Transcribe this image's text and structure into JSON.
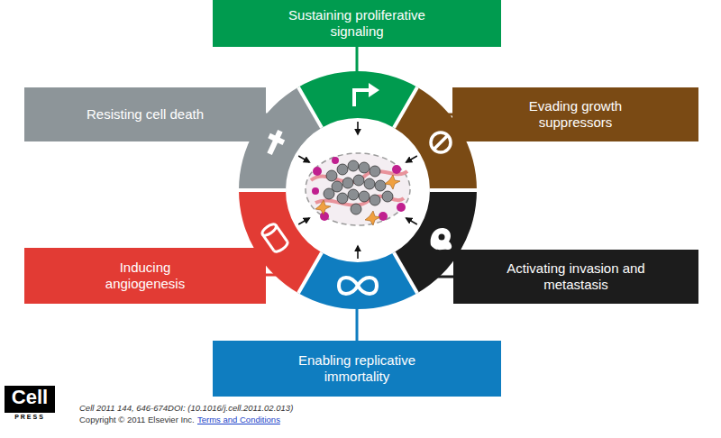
{
  "diagram": {
    "nodes": [
      {
        "text": [
          "Sustaining proliferative signaling"
        ]
      },
      {
        "text": [
          "Resisting cell death"
        ]
      },
      {
        "text": [
          "Evading growth suppressors"
        ]
      },
      {
        "text": [
          "Inducing angiogenesis"
        ]
      },
      {
        "text": [
          "Activating invasion and metastasis"
        ]
      },
      {
        "text": [
          "Enabling replicative immortality"
        ]
      }
    ],
    "labels": [
      "Cell",
      "PRESS",
      "Cell 2011 144, 646-674DOI: (10.1016/j.cell.2011.02.013)",
      "Copyright © 2011 Elsevier Inc.",
      "Terms and Conditions"
    ]
  }
}
